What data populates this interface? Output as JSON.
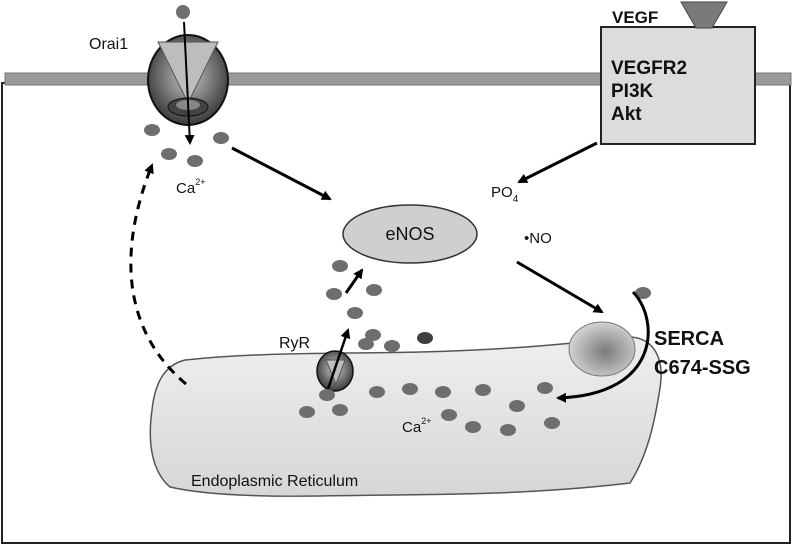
{
  "labels": {
    "orai1": "Orai1",
    "vegf": "VEGF",
    "vegfr2": "VEGFR2",
    "pi3k": "PI3K",
    "akt": "Akt",
    "ca_top": "Ca",
    "ca_top_sup": "2+",
    "po4_main": "PO",
    "po4_sub": "4",
    "enos": "eNOS",
    "no": "•NO",
    "ryr": "RyR",
    "serca": "SERCA",
    "serca_mod": "C674-SSG",
    "ca_er": "Ca",
    "ca_er_sup": "2+",
    "er": "Endoplasmic Reticulum"
  },
  "colors": {
    "membrane": "#9a9a9a",
    "ion": "#6e6e6e",
    "enos_fill": "#cfcfcf",
    "er_fill": "#e3e3e3",
    "receptor_box": "#dcdcdc",
    "vegf_ligand": "#7a7a7a"
  }
}
